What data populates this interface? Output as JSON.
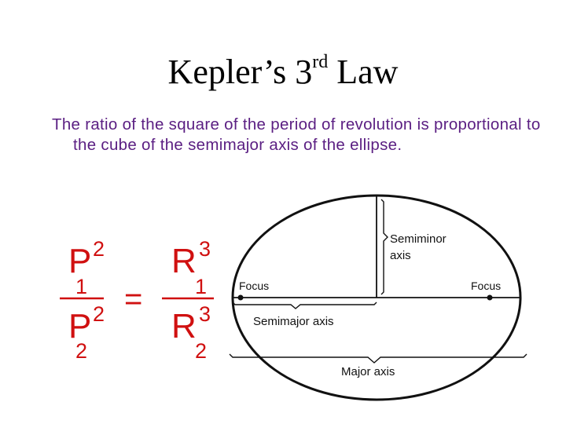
{
  "slide": {
    "title_main": "Kepler’s 3",
    "title_sup": "rd",
    "title_end": " Law",
    "body": "The ratio of the square of the period of revolution is proportional to the cube of the semimajor axis of the ellipse."
  },
  "formula": {
    "p_letter": "P",
    "r_letter": "R",
    "sub_1": "1",
    "sub_2": "2",
    "exp_p": "2",
    "exp_r": "3",
    "equals": "="
  },
  "diagram": {
    "seminor_line1": "Semiminor",
    "seminor_line2": "axis",
    "focus_left": "Focus",
    "focus_right": "Focus",
    "semimajor": "Semimajor axis",
    "major": "Major axis"
  },
  "colors": {
    "title": "#000000",
    "body_text": "#5a1e82",
    "formula": "#d01010",
    "diagram_ink": "#111111"
  }
}
